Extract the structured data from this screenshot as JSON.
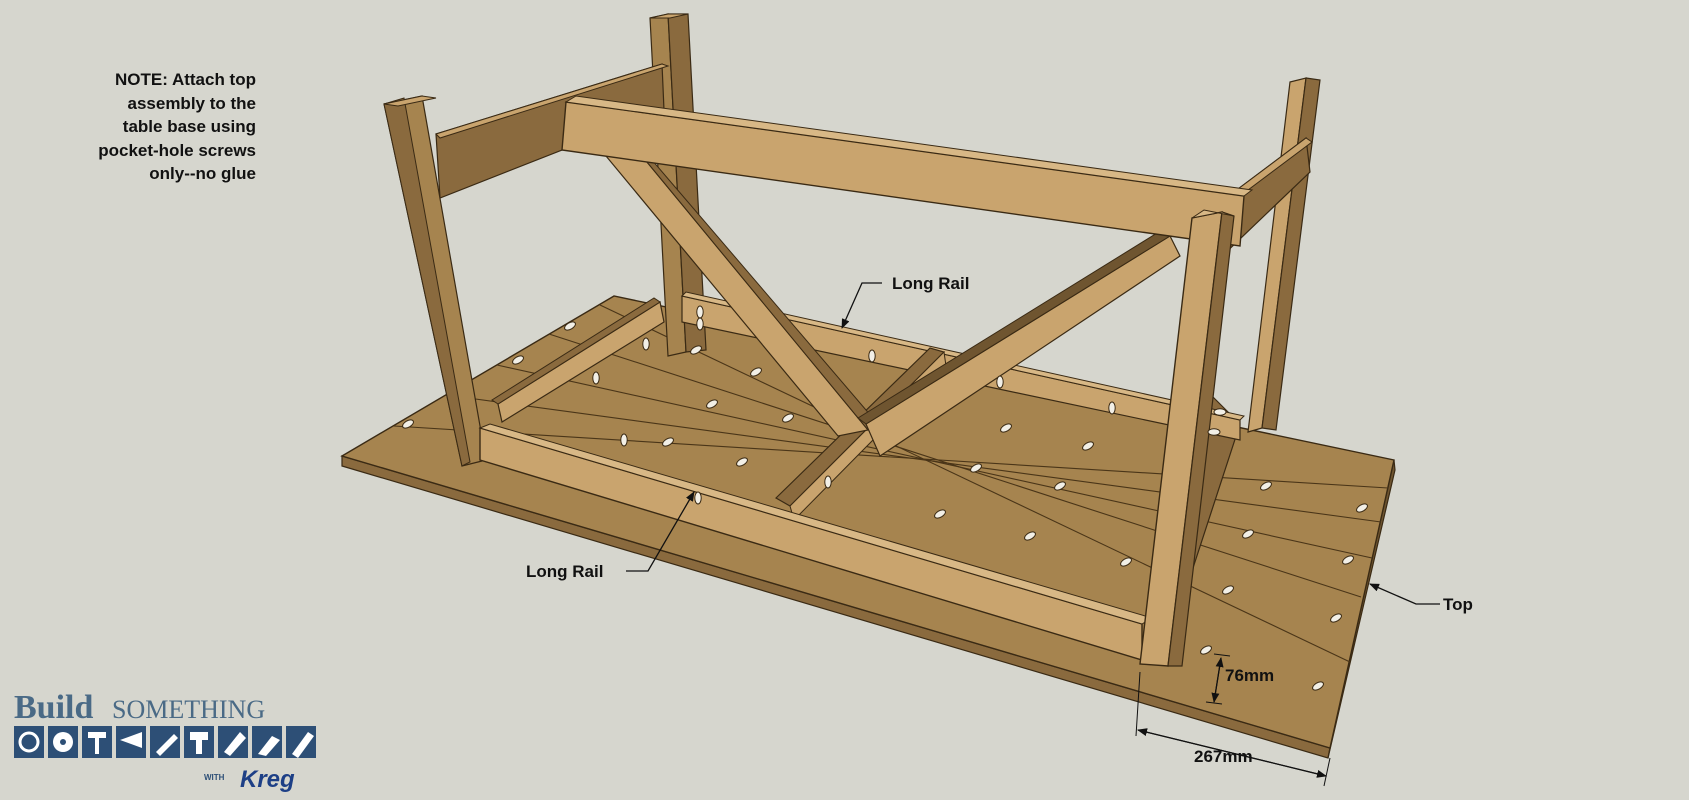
{
  "note": {
    "lines": [
      "NOTE: Attach top",
      "assembly to the",
      "table base using",
      "pocket-hole screws",
      "only--no glue"
    ]
  },
  "labels": {
    "long_rail_upper": "Long Rail",
    "long_rail_lower": "Long Rail",
    "top": "Top"
  },
  "dimensions": {
    "board_width": "76mm",
    "overhang": "267mm"
  },
  "logo": {
    "build": "Build",
    "something": "SOMETHING",
    "with": "WITH",
    "brand": "Kreg"
  },
  "colors": {
    "background": "#d6d6ce",
    "wood_light": "#c9a46e",
    "wood_mid": "#a6844f",
    "wood_dark": "#8a6a3e",
    "wood_shadow": "#6f5530",
    "logo_blue": "#4a6a86",
    "logo_brand": "#1d3f86"
  }
}
